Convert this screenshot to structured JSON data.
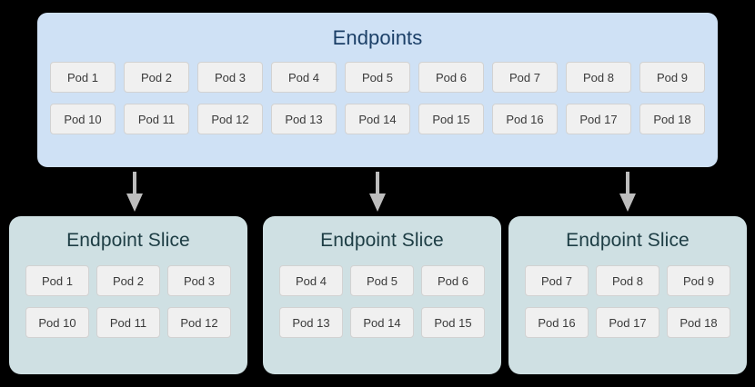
{
  "diagram": {
    "background_color": "#000000",
    "endpoints": {
      "title": "Endpoints",
      "panel_color": "#cfe1f5",
      "title_color": "#1b3f67",
      "rows": [
        [
          "Pod 1",
          "Pod 2",
          "Pod 3",
          "Pod 4",
          "Pod 5",
          "Pod 6",
          "Pod 7",
          "Pod 8",
          "Pod 9"
        ],
        [
          "Pod 10",
          "Pod 11",
          "Pod 12",
          "Pod 13",
          "Pod 14",
          "Pod 15",
          "Pod 16",
          "Pod 17",
          "Pod 18"
        ]
      ]
    },
    "arrows": {
      "color": "#bdbdbd",
      "count": 3,
      "direction": "down"
    },
    "slices": [
      {
        "title": "Endpoint Slice",
        "panel_color": "#cfe0e3",
        "title_color": "#1d3d44",
        "rows": [
          [
            "Pod 1",
            "Pod 2",
            "Pod 3"
          ],
          [
            "Pod 10",
            "Pod 11",
            "Pod 12"
          ]
        ]
      },
      {
        "title": "Endpoint Slice",
        "panel_color": "#cfe0e3",
        "title_color": "#1d3d44",
        "rows": [
          [
            "Pod 4",
            "Pod 5",
            "Pod 6"
          ],
          [
            "Pod 13",
            "Pod 14",
            "Pod 15"
          ]
        ]
      },
      {
        "title": "Endpoint Slice",
        "panel_color": "#cfe0e3",
        "title_color": "#1d3d44",
        "rows": [
          [
            "Pod 7",
            "Pod 8",
            "Pod 9"
          ],
          [
            "Pod 16",
            "Pod 17",
            "Pod 18"
          ]
        ]
      }
    ],
    "pod_chip": {
      "background": "#f0f0f0",
      "border_color": "#d2d2d2",
      "text_color": "#3a3a3a"
    }
  }
}
